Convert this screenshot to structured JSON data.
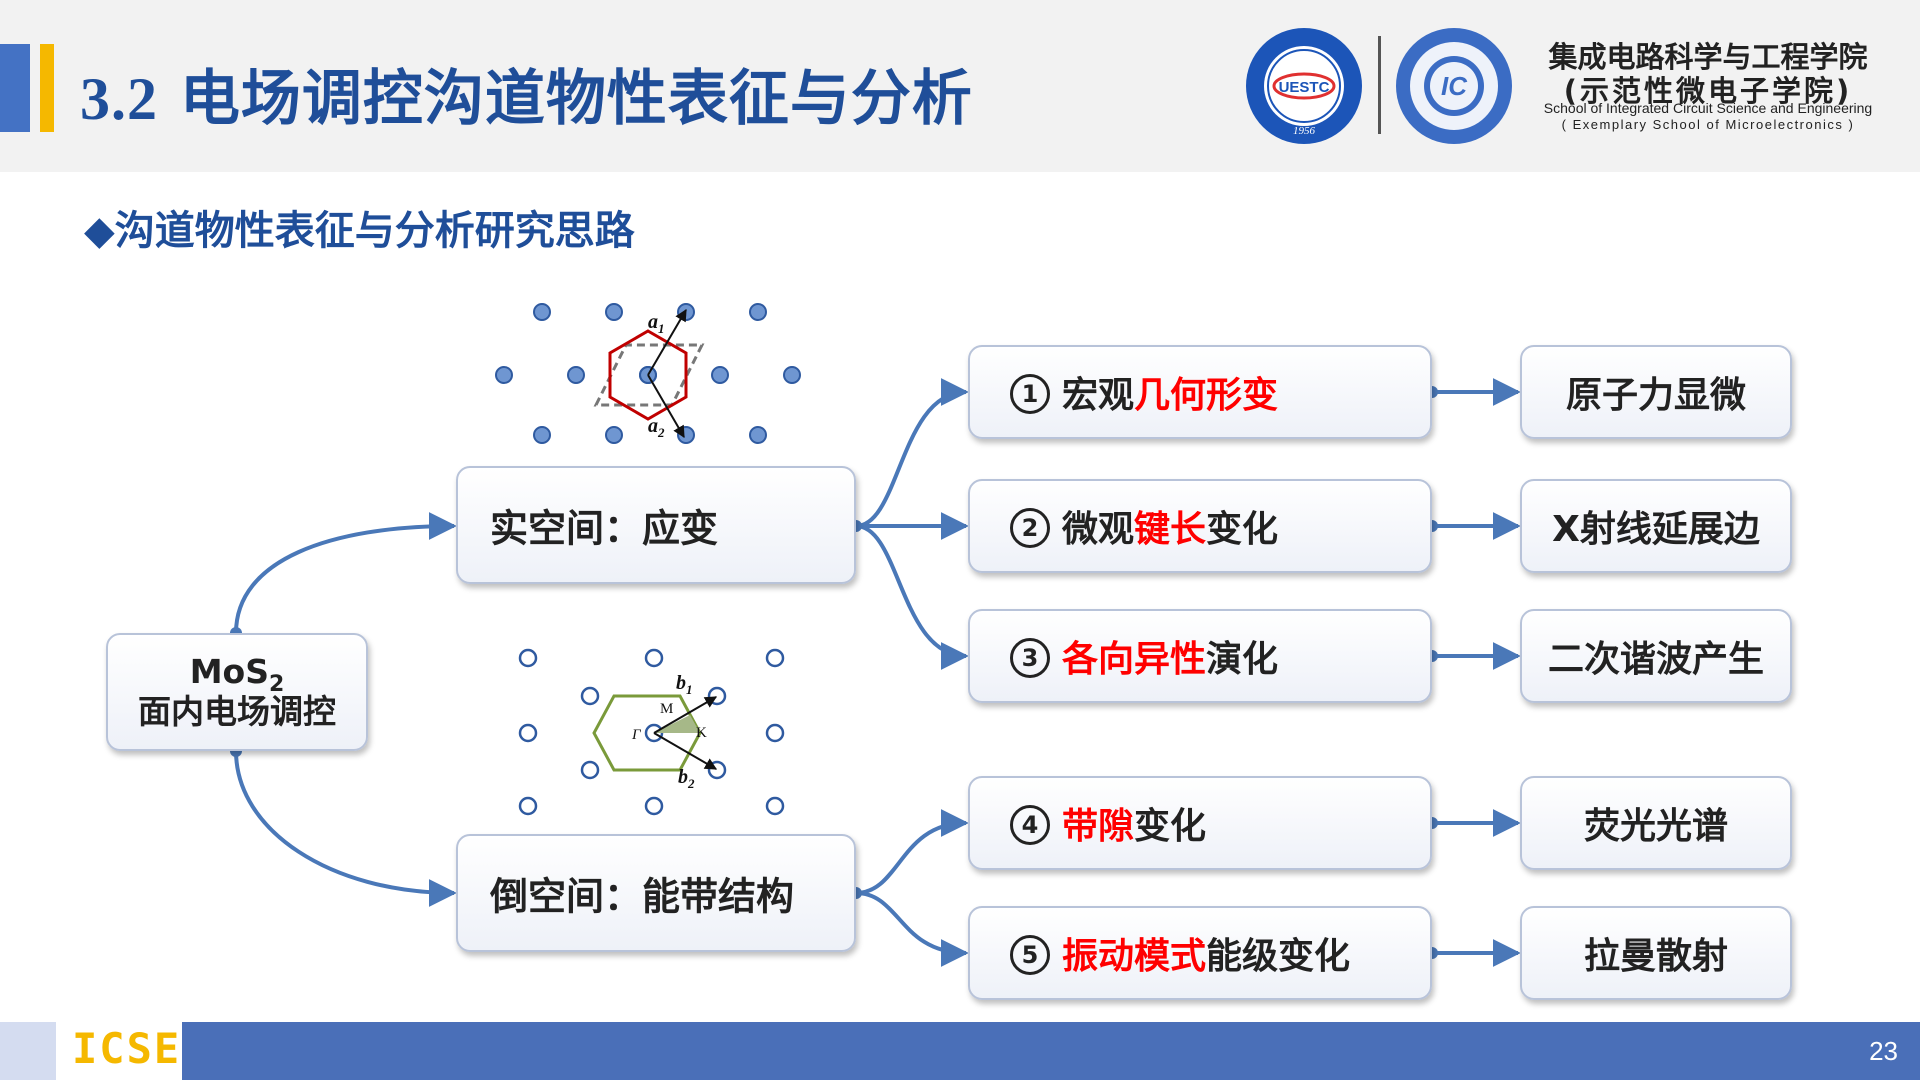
{
  "header": {
    "title_number": "3.2",
    "title_text": "电场调控沟道物性表征与分析",
    "school_cn_line1": "集成电路科学与工程学院",
    "school_cn_line2": "(示范性微电子学院)",
    "school_en_line1": "School of Integrated Circuit Science and Engineering",
    "school_en_line2": "( Exemplary School of Microelectronics )",
    "logo1_text": "UESTC",
    "logo1_year": "1956",
    "logo2_text": "IC"
  },
  "subtitle": "◆沟道物性表征与分析研究思路",
  "root": {
    "line1": "MoS",
    "line1_sub": "2",
    "line2": "面内电场调控"
  },
  "real_space": {
    "label": "实空间：应变"
  },
  "reciprocal_space": {
    "label": "倒空间：能带结构"
  },
  "lattice_real": {
    "a1": "a",
    "a1_sub": "1",
    "a2": "a",
    "a2_sub": "2"
  },
  "lattice_recip": {
    "b1": "b",
    "b1_sub": "1",
    "b2": "b",
    "b2_sub": "2",
    "gamma": "Γ",
    "m": "M",
    "k": "K"
  },
  "items": [
    {
      "num": "1",
      "pre": "宏观",
      "red": "几何形变",
      "post": "",
      "method": "原子力显微"
    },
    {
      "num": "2",
      "pre": "微观",
      "red": "键长",
      "post": "变化",
      "method": "X射线延展边"
    },
    {
      "num": "3",
      "pre": "",
      "red": "各向异性",
      "post": "演化",
      "method": "二次谐波产生"
    },
    {
      "num": "4",
      "pre": "",
      "red": "带隙",
      "post": "变化",
      "method": "荧光光谱"
    },
    {
      "num": "5",
      "pre": "",
      "red": "振动模式",
      "post": "能级变化",
      "method": "拉曼散射"
    }
  ],
  "footer": {
    "logo": "ICSE",
    "page": "23"
  },
  "colors": {
    "accent_blue": "#1f4e99",
    "bar_blue": "#4472c4",
    "gold": "#f5b800",
    "red": "#ff0000",
    "connector": "#4a78b8"
  }
}
